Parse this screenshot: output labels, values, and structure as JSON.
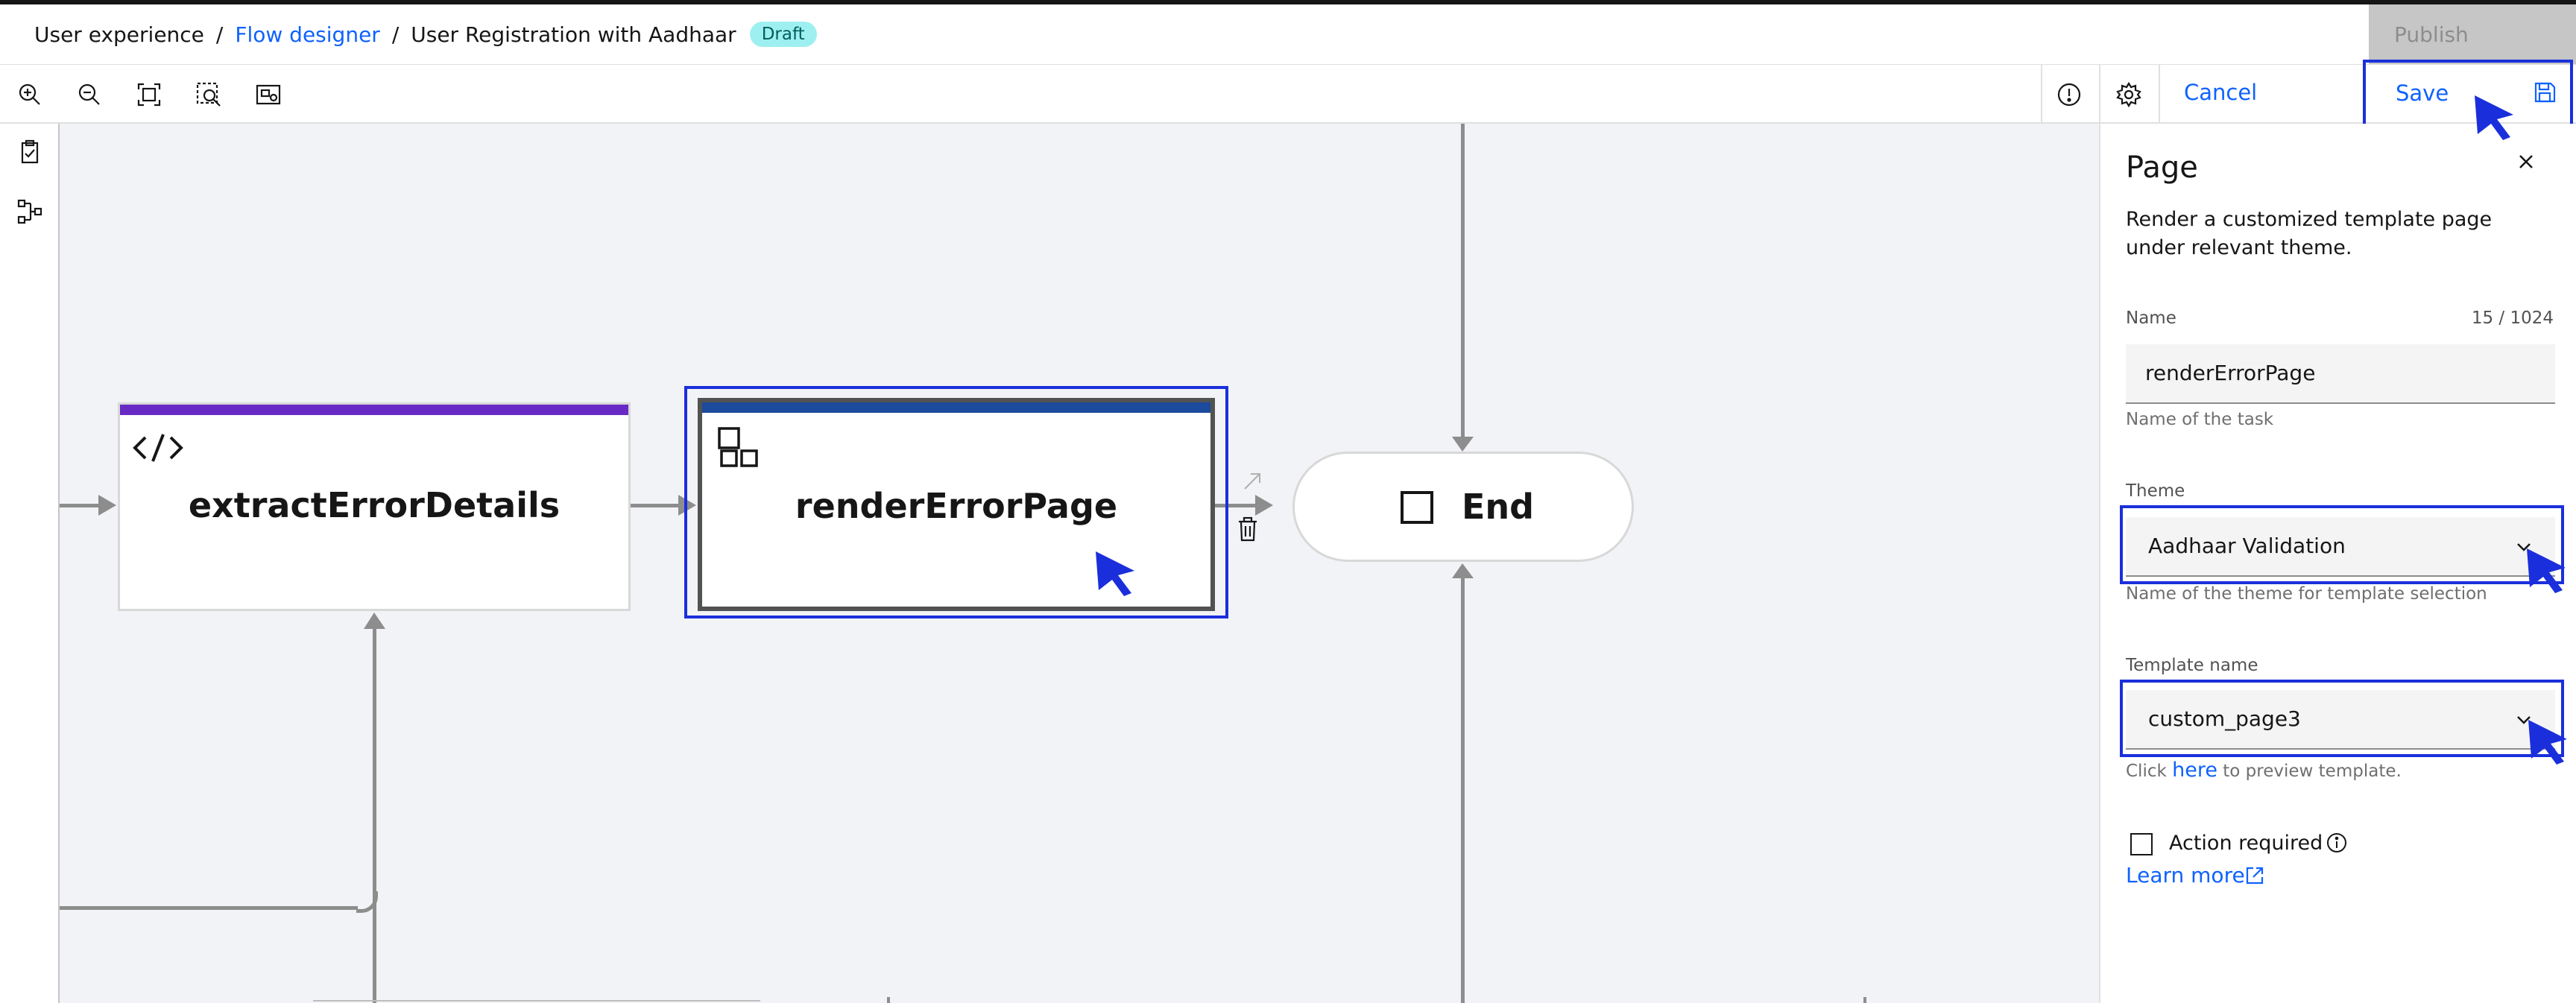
{
  "breadcrumb": {
    "root": "User experience",
    "sep": "/",
    "flow_designer": "Flow designer",
    "current": "User Registration with Aadhaar",
    "badge": "Draft"
  },
  "header": {
    "publish_label": "Publish"
  },
  "toolbar": {
    "cancel_label": "Cancel",
    "save_label": "Save",
    "icons": [
      "zoom-in-icon",
      "zoom-out-icon",
      "fit-to-screen-icon",
      "zoom-area-icon",
      "minimap-icon",
      "warning-icon",
      "settings-icon",
      "save-icon"
    ]
  },
  "left_rail": {
    "icons": [
      "checklist-icon",
      "flow-tree-icon"
    ]
  },
  "canvas": {
    "nodes": [
      {
        "id": "extractErrorDetails",
        "title": "extractErrorDetails",
        "icon": "code-icon",
        "accent": "#6929c4"
      },
      {
        "id": "renderErrorPage",
        "title": "renderErrorPage",
        "icon": "page-template-icon",
        "accent": "#1c4a9c",
        "selected": true
      },
      {
        "id": "end",
        "title": "End",
        "icon": "stop-icon"
      }
    ]
  },
  "panel": {
    "title": "Page",
    "description": "Render a customized template page under relevant theme.",
    "name_label": "Name",
    "name_count": "15 / 1024",
    "name_value": "renderErrorPage",
    "name_helper": "Name of the task",
    "theme_label": "Theme",
    "theme_value": "Aadhaar Validation",
    "theme_helper": "Name of the theme for template selection",
    "template_label": "Template name",
    "template_value": "custom_page3",
    "template_helper_prefix": "Click",
    "template_helper_link": "here",
    "template_helper_suffix": "to preview template.",
    "action_required_label": "Action required",
    "learn_more": "Learn more"
  },
  "colors": {
    "accent": "#0f62fe",
    "highlight": "#1a2fdb",
    "canvas_bg": "#f2f3f6",
    "connector": "#8d8d8d"
  }
}
